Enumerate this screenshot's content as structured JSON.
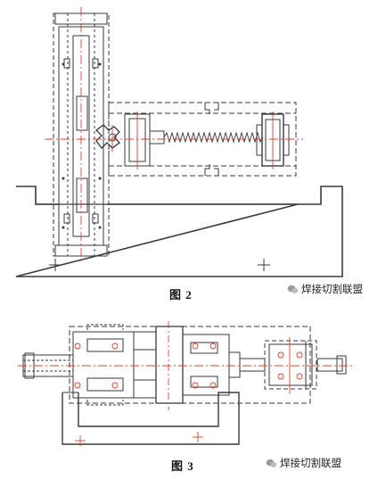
{
  "figures": [
    {
      "caption": "图  2"
    },
    {
      "caption": "图  3"
    }
  ],
  "watermark": {
    "text": "焊接切割联盟",
    "icon": "wechat-icon"
  },
  "colors": {
    "line": "#3a3a3a",
    "center": "#e0402a",
    "dash": "#555555"
  }
}
